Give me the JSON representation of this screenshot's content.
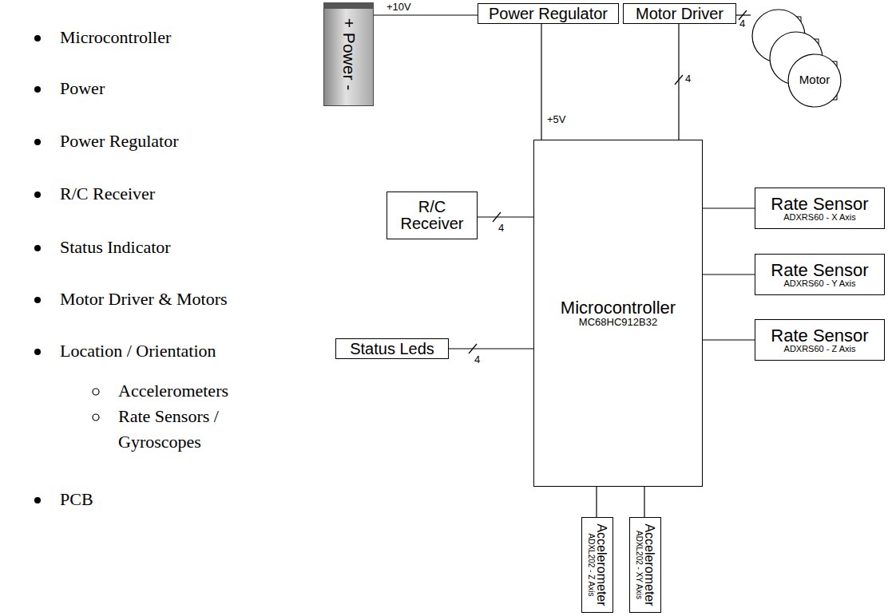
{
  "diagram": {
    "nodes": [
      {
        "text": [
          "+ Power -"
        ]
      },
      {
        "text": [
          "Power Regulator"
        ]
      },
      {
        "text": [
          "Motor Driver"
        ]
      },
      {
        "text": [
          "Motor"
        ]
      },
      {
        "text": [
          "R/C Receiver"
        ]
      },
      {
        "text": [
          "Microcontroller",
          "MC68HC912B32"
        ]
      },
      {
        "text": [
          "Rate Sensor",
          "ADXRS60 - X Axis"
        ]
      },
      {
        "text": [
          "Rate Sensor",
          "ADXRS60 - Y Axis"
        ]
      },
      {
        "text": [
          "Rate Sensor",
          "ADXRS60 - Z Axis"
        ]
      },
      {
        "text": [
          "Status Leds"
        ]
      },
      {
        "text": [
          "Accelerometer",
          "ADXL202 - Z Axis"
        ]
      },
      {
        "text": [
          "Accelerometer",
          "ADXL202 - XY Axis"
        ]
      }
    ],
    "edges": [
      {
        "from": 0,
        "to": 1,
        "label": "+10V",
        "arrow": "none"
      },
      {
        "from": 1,
        "to": 5,
        "label": "+5V",
        "arrow": "none"
      },
      {
        "from": 5,
        "to": 2,
        "label": "4",
        "arrow": "none"
      },
      {
        "from": 2,
        "to": 3,
        "label": "4",
        "arrow": "none"
      },
      {
        "from": 4,
        "to": 5,
        "label": "4",
        "arrow": "none"
      },
      {
        "from": 9,
        "to": 5,
        "label": "4",
        "arrow": "none"
      },
      {
        "from": 5,
        "to": 6,
        "arrow": "none"
      },
      {
        "from": 5,
        "to": 7,
        "arrow": "none"
      },
      {
        "from": 5,
        "to": 8,
        "arrow": "none"
      },
      {
        "from": 5,
        "to": 10,
        "arrow": "none"
      },
      {
        "from": 5,
        "to": 11,
        "arrow": "none"
      }
    ],
    "labels": [
      "Microcontroller",
      "Power",
      "Power Regulator",
      "R/C Receiver",
      "Status Indicator",
      "Motor Driver & Motors",
      "Location / Orientation",
      "Accelerometers",
      "Rate Sensors / Gyroscopes",
      "PCB"
    ]
  }
}
